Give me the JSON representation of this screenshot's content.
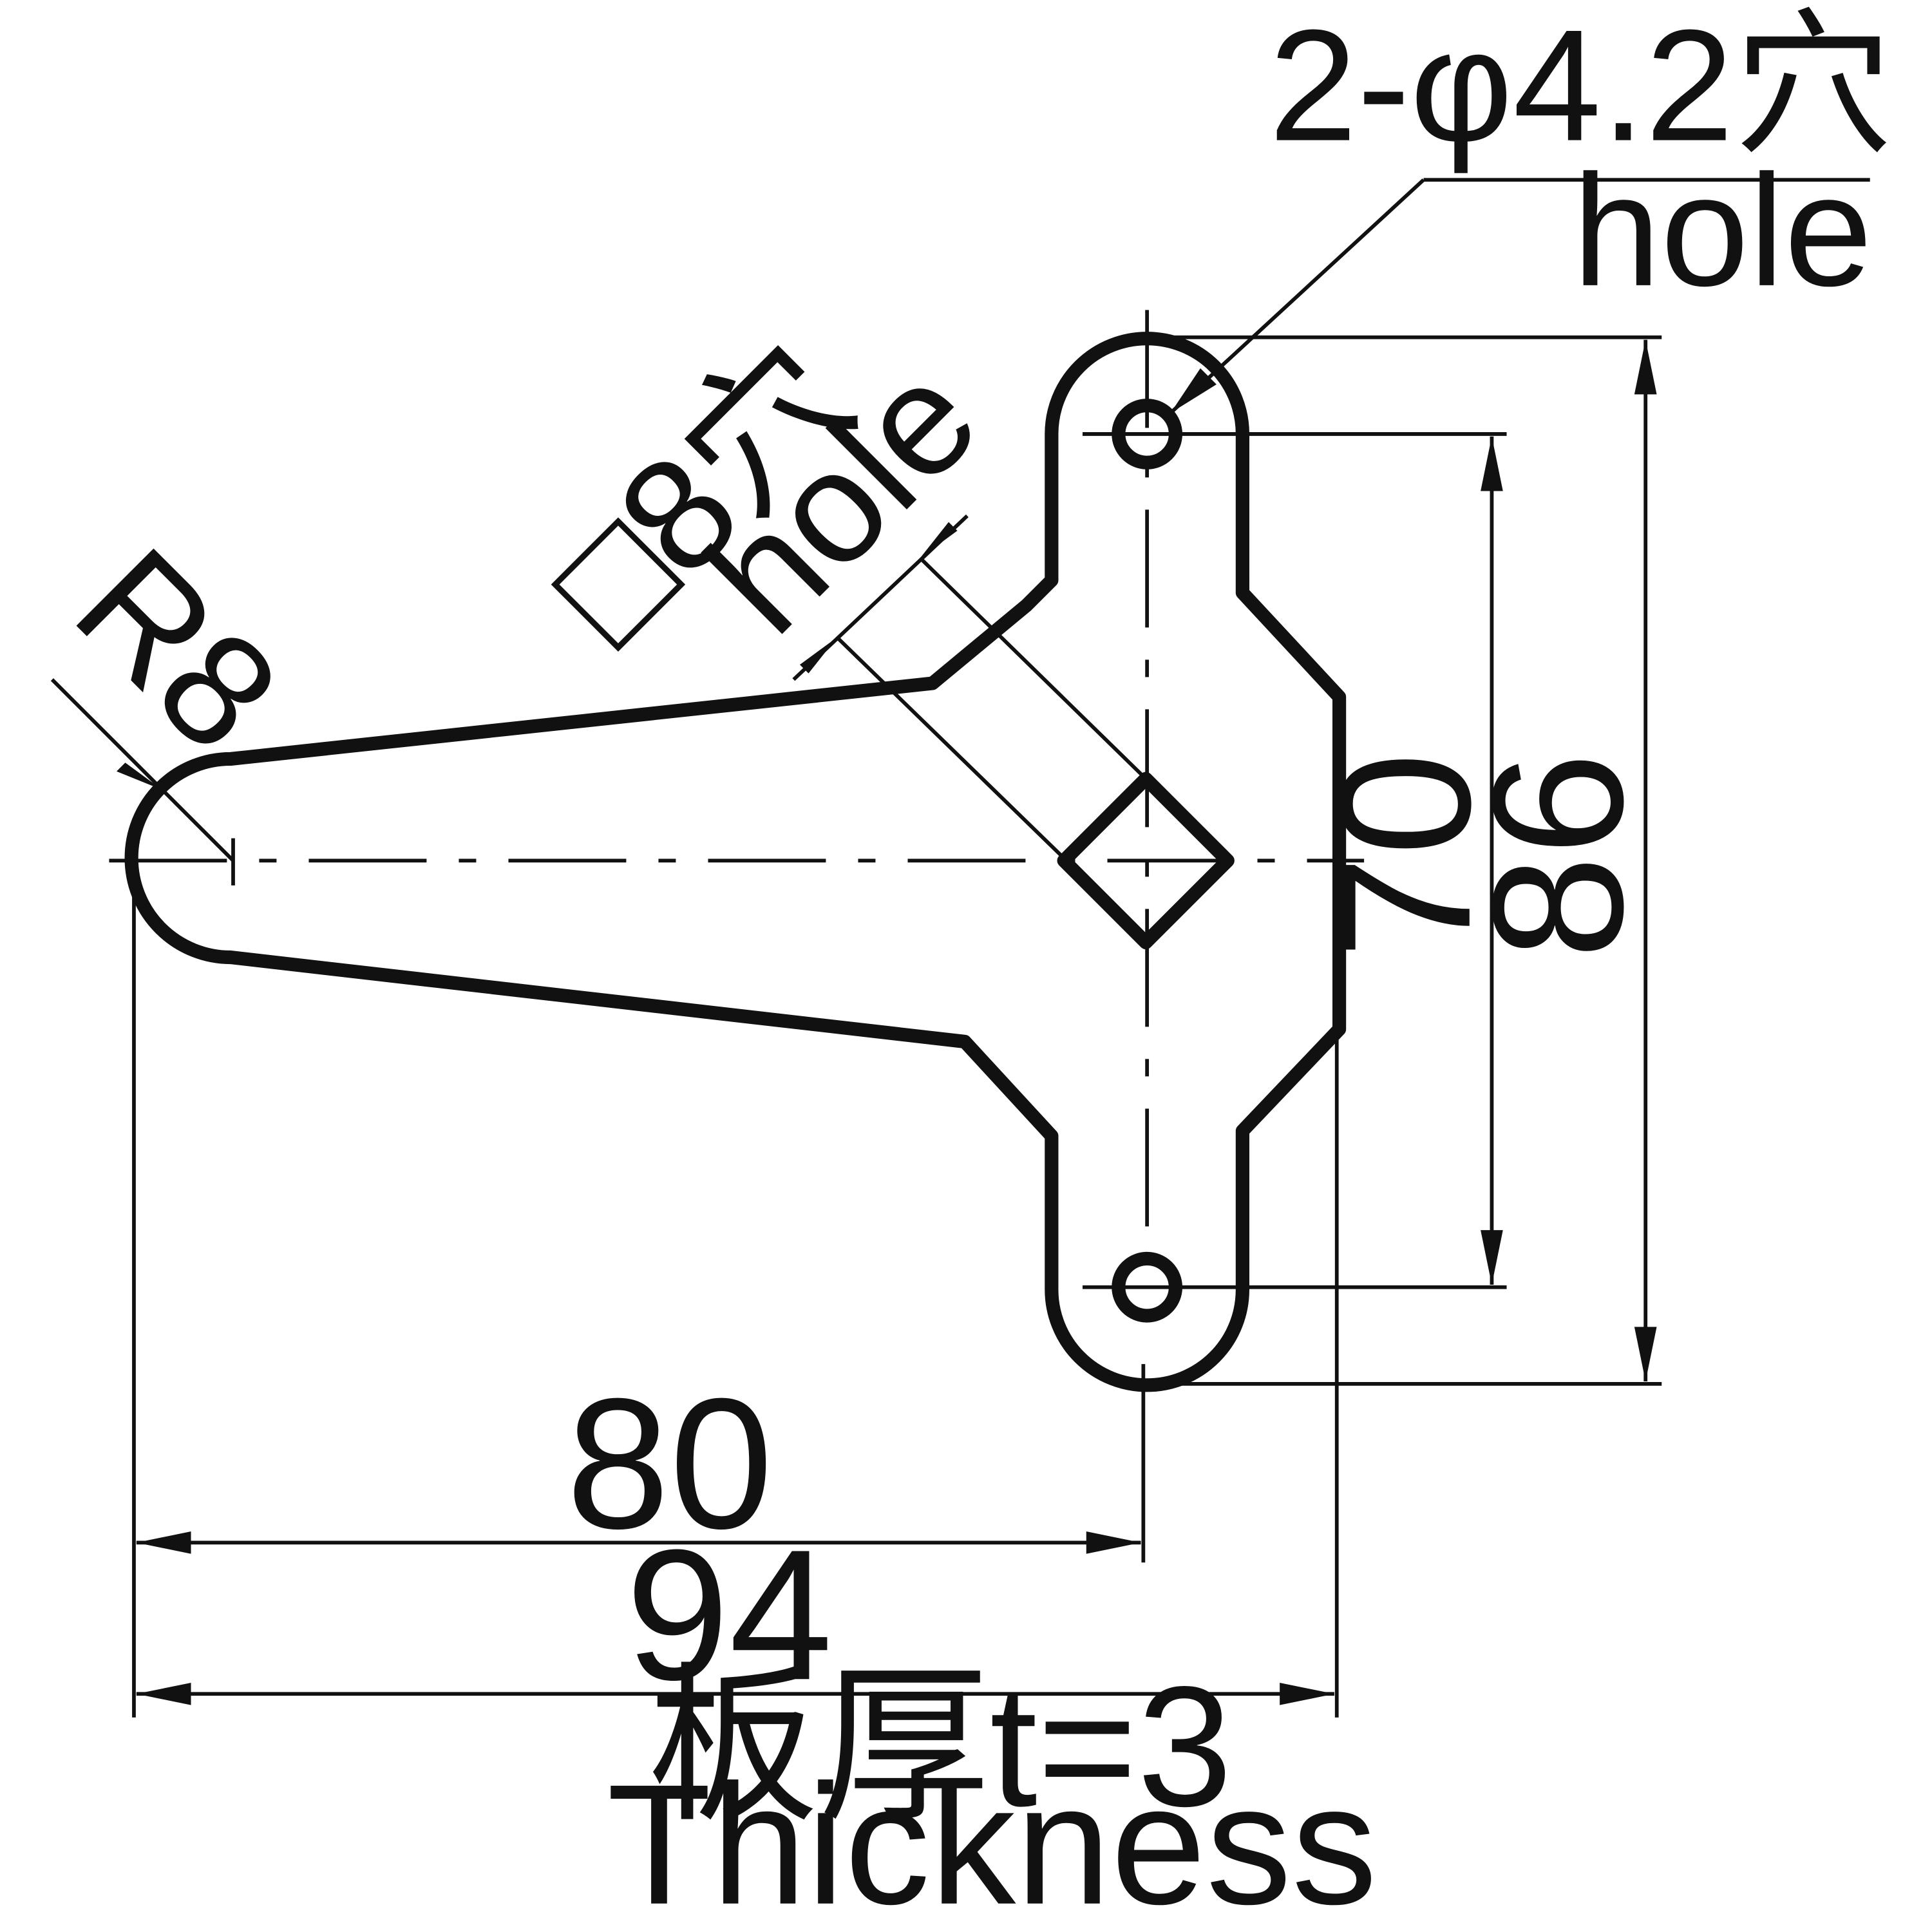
{
  "colors": {
    "part_fill": "#d0d0d0",
    "line": "#111111",
    "background": "#ffffff"
  },
  "callouts": {
    "mount_hole_jp": "2-φ4.2穴",
    "mount_hole_en": "hole",
    "square_hole_jp": "□8穴",
    "square_hole_en": "hole",
    "radius": "R8"
  },
  "dimensions": {
    "hole_pitch": "70",
    "overall_height": "86",
    "center_distance": "80",
    "overall_width": "94"
  },
  "notes": {
    "thickness_jp": "板厚t=3",
    "thickness_en": "Thickness"
  }
}
